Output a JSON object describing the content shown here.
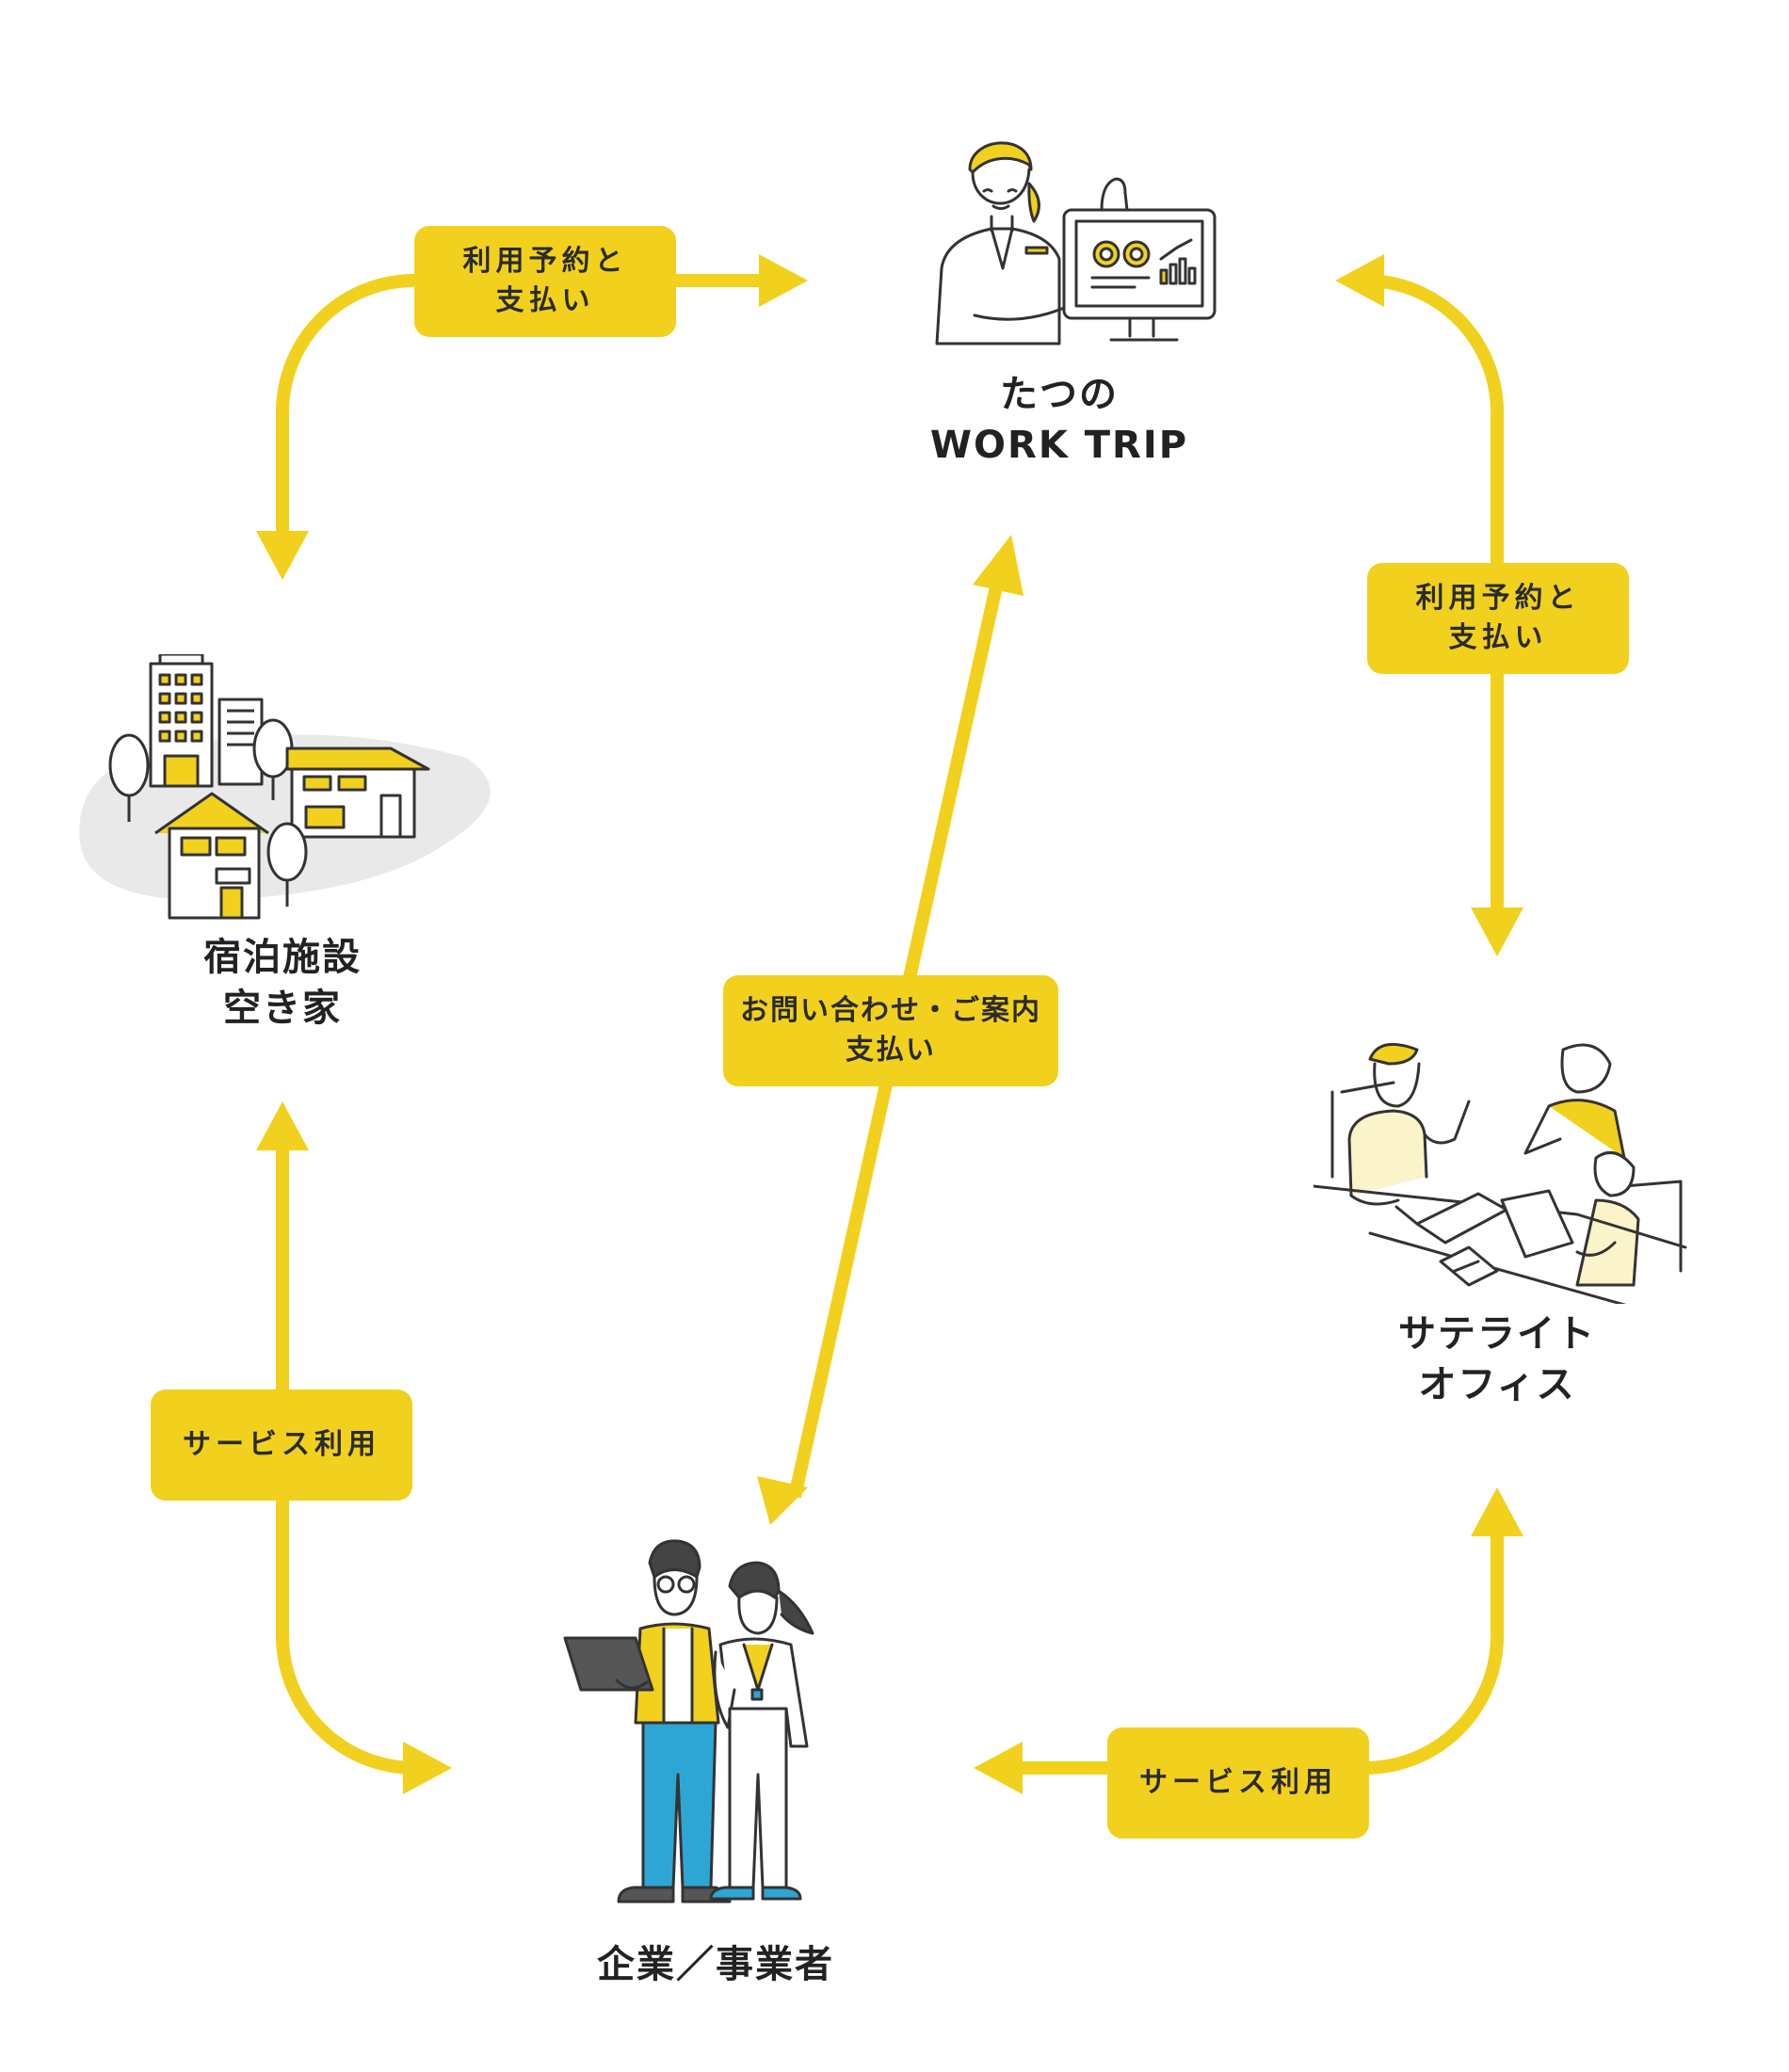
{
  "colors": {
    "accent": "#F2D11E",
    "line": "#333333",
    "blue": "#2DA6D6",
    "shadow": "#E9E9E9"
  },
  "nodes": {
    "worktrip": {
      "line1": "たつの",
      "line2": "WORK TRIP",
      "icon": "operator-with-monitor-illustration"
    },
    "lodging": {
      "line1": "宿泊施設",
      "line2": "空き家",
      "icon": "town-buildings-illustration"
    },
    "office": {
      "line1": "サテライト",
      "line2": "オフィス",
      "icon": "meeting-people-illustration"
    },
    "business": {
      "line1": "企業／事業者",
      "icon": "business-people-illustration"
    }
  },
  "flows": {
    "top_left": {
      "line1": "利用予約と",
      "line2": "支払い"
    },
    "right": {
      "line1": "利用予約と",
      "line2": "支払い"
    },
    "center": {
      "line1": "お問い合わせ・ご案内",
      "line2": "支払い"
    },
    "bottom_left": {
      "line1": "サービス利用"
    },
    "bottom_right": {
      "line1": "サービス利用"
    }
  }
}
